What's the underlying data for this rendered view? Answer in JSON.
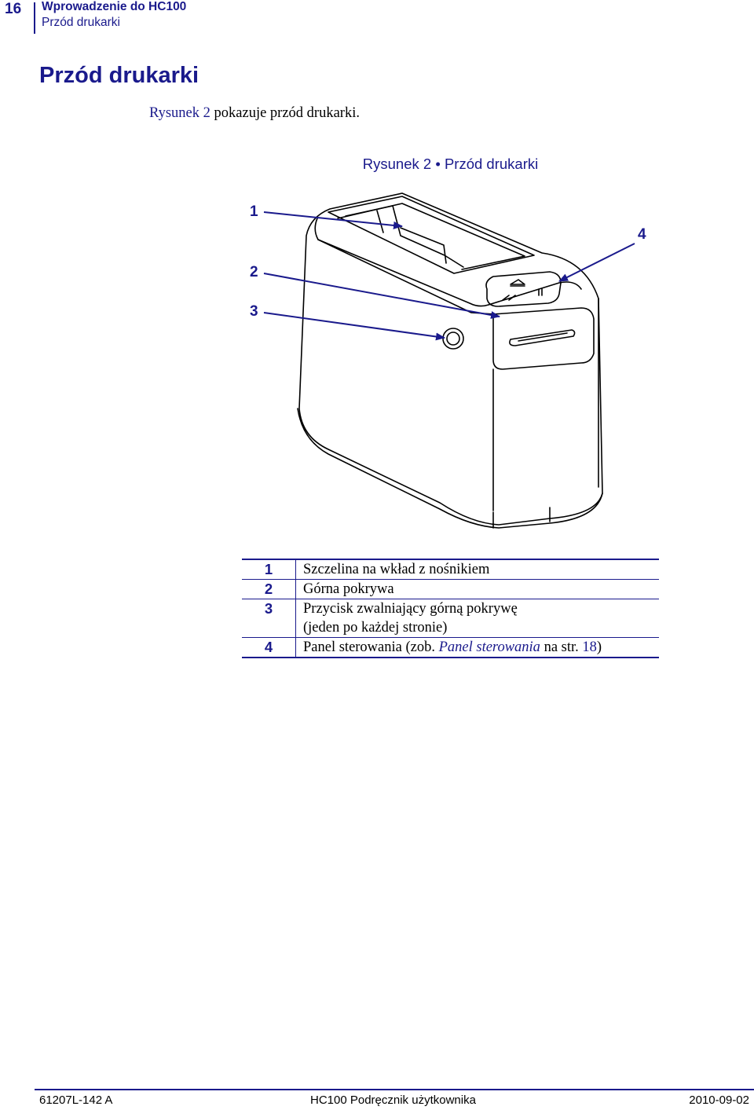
{
  "header": {
    "page_number": "16",
    "chapter": "Wprowadzenie do HC100",
    "section": "Przód drukarki"
  },
  "main": {
    "title": "Przód drukarki",
    "intro_link": "Rysunek 2",
    "intro_rest": " pokazuje przód drukarki.",
    "figure_caption": "Rysunek 2 • Przód drukarki",
    "callouts": [
      "1",
      "2",
      "3",
      "4"
    ],
    "legend": [
      {
        "num": "1",
        "text": "Szczelina na wkład z nośnikiem"
      },
      {
        "num": "2",
        "text": "Górna pokrywa"
      },
      {
        "num": "3",
        "text": "Przycisk zwalniający górną pokrywę",
        "text2": "(jeden po każdej stronie)"
      },
      {
        "num": "4",
        "text_before": "Panel sterowania (zob. ",
        "link": "Panel sterowania",
        "text_mid": " na str. ",
        "page": "18",
        "text_after": ")"
      }
    ]
  },
  "footer": {
    "doc_id": "61207L-142 A",
    "doc_title": "HC100 Podręcznik użytkownika",
    "date": "2010-09-02"
  },
  "colors": {
    "accent": "#1a1a8c",
    "text": "#000000",
    "background": "#ffffff"
  }
}
